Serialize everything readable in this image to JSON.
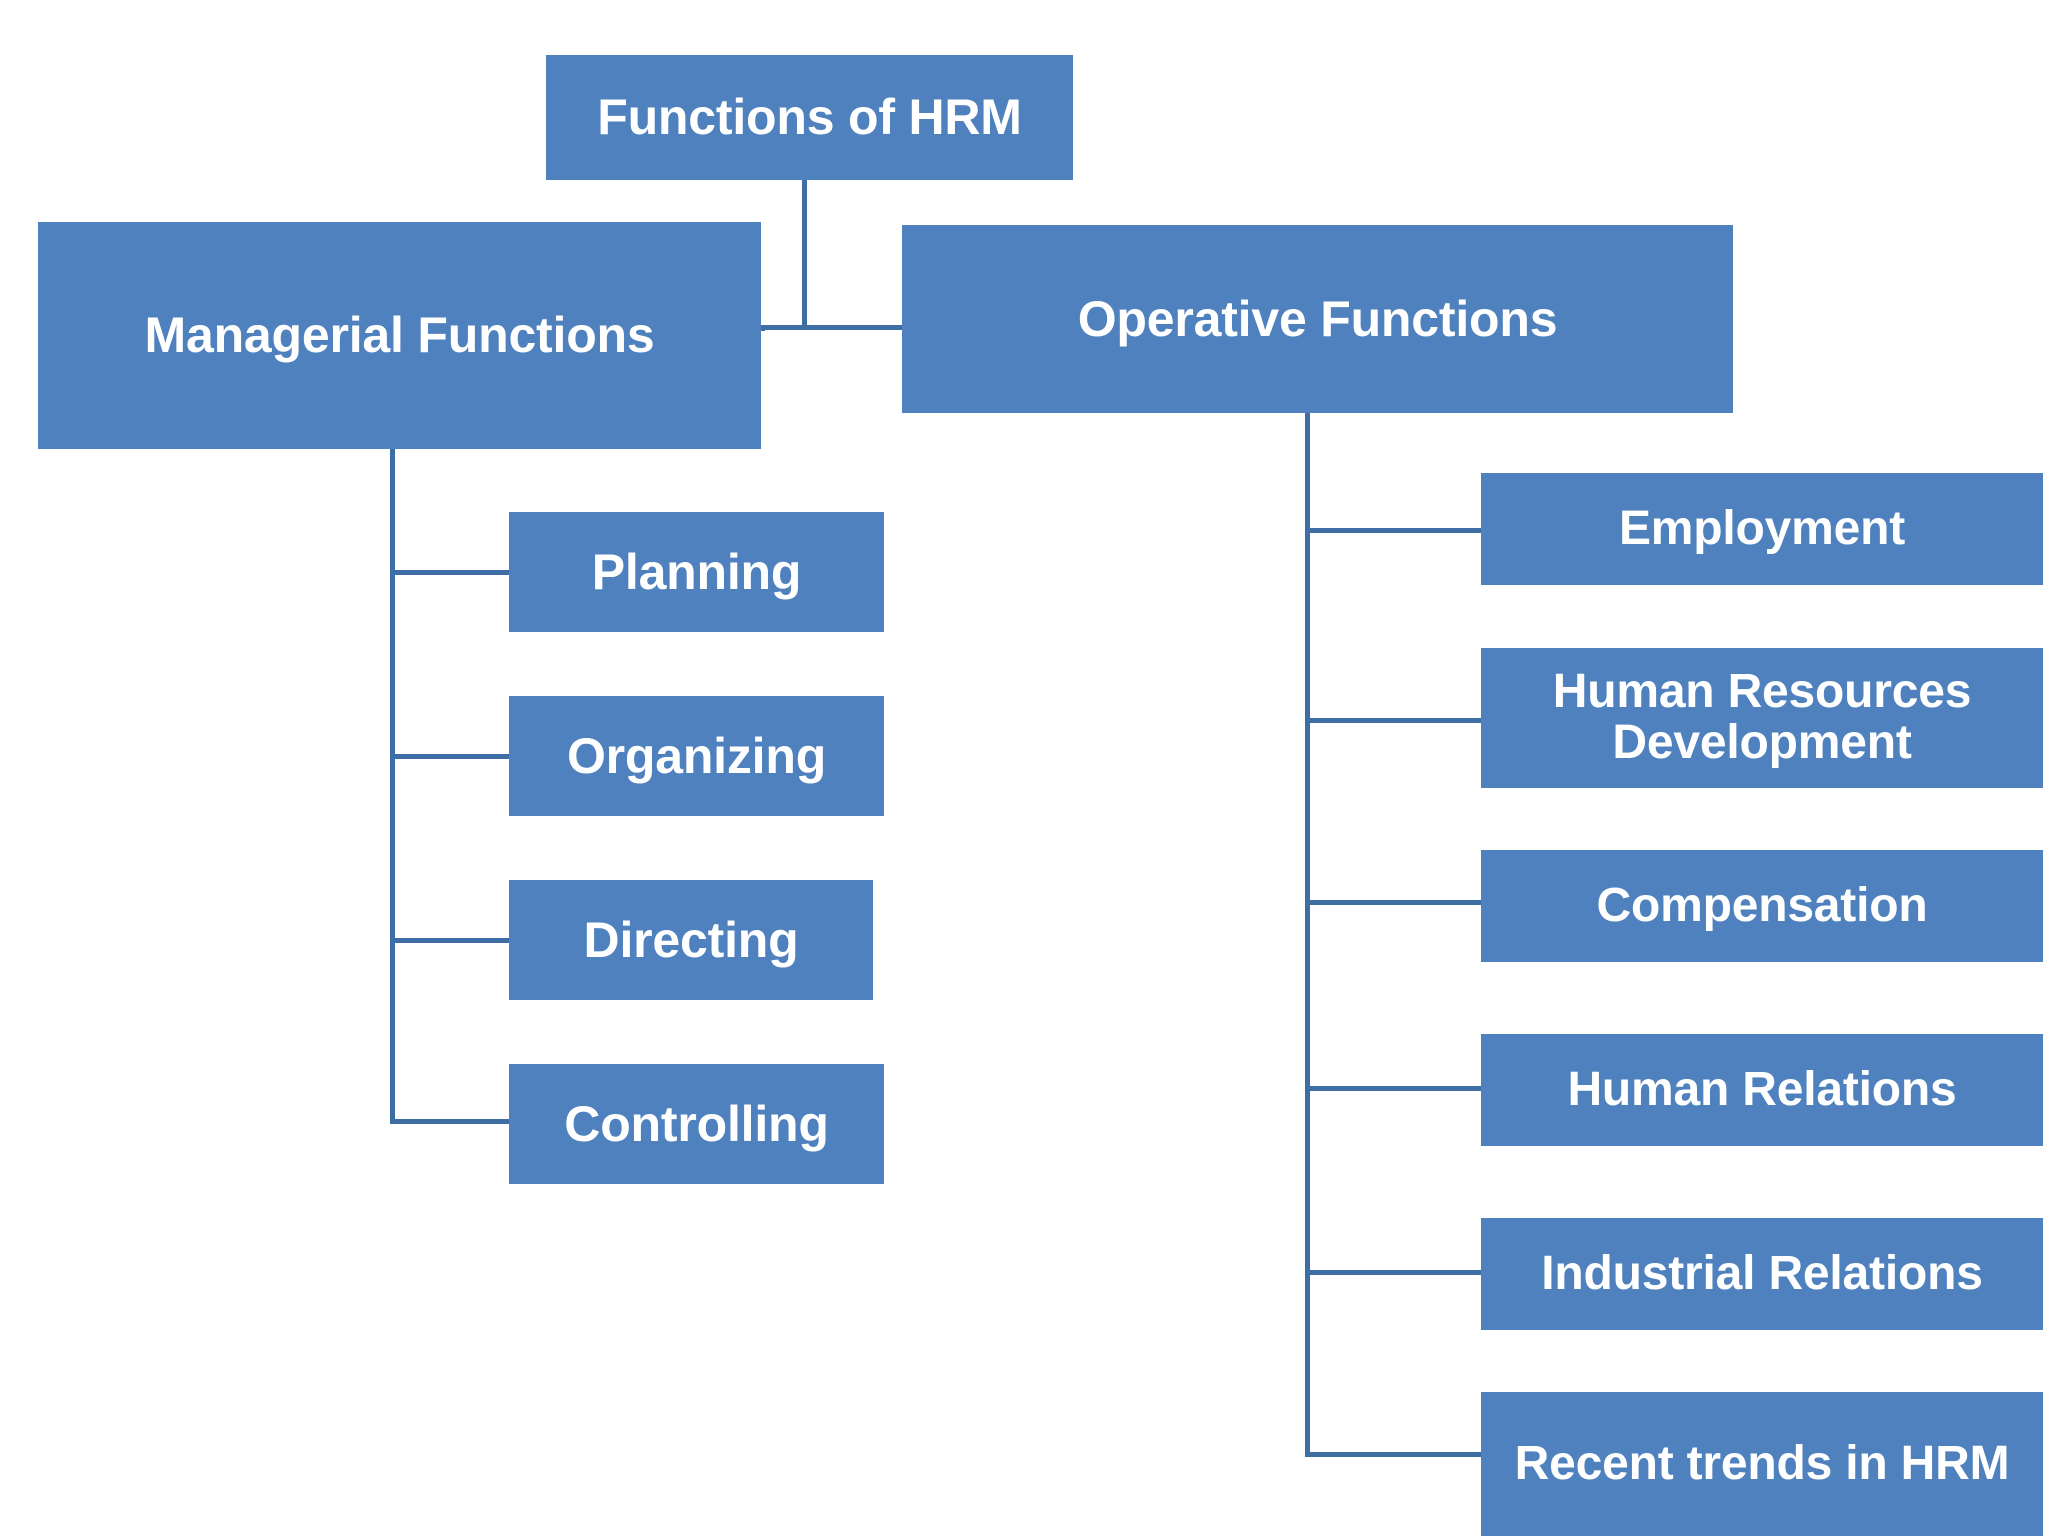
{
  "diagram": {
    "type": "organizational-hierarchy-chart",
    "title": "Functions of HRM",
    "accent_color": "#4E81BD",
    "connector_color": "#3E6FA4",
    "text_color": "#FFFFFF",
    "background_color": "#FFFFFF",
    "root": {
      "label": "Functions of HRM"
    },
    "branches": [
      {
        "id": "managerial",
        "label": "Managerial Functions",
        "children": [
          {
            "label": "Planning"
          },
          {
            "label": "Organizing"
          },
          {
            "label": "Directing"
          },
          {
            "label": "Controlling"
          }
        ]
      },
      {
        "id": "operative",
        "label": "Operative Functions",
        "children": [
          {
            "label": "Employment"
          },
          {
            "label": "Human Resources Development"
          },
          {
            "label": "Compensation"
          },
          {
            "label": "Human Relations"
          },
          {
            "label": "Industrial Relations"
          },
          {
            "label": "Recent trends in HRM"
          }
        ]
      }
    ]
  }
}
